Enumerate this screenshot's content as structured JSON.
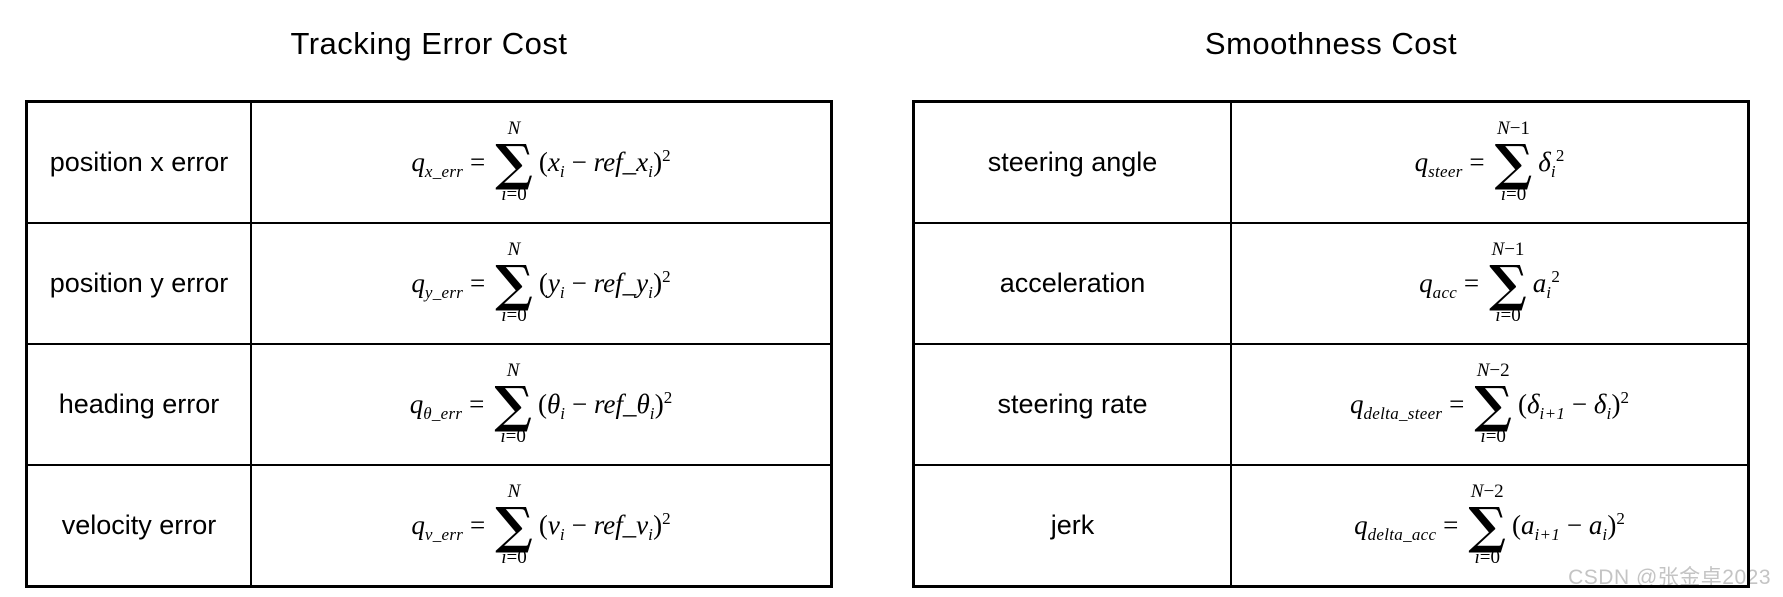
{
  "symbols": {
    "sigma": "∑"
  },
  "watermark": {
    "text": "CSDN @张金卓2023"
  },
  "tables": [
    {
      "title": "Tracking Error Cost",
      "rows": [
        {
          "label": "position x error",
          "formula": {
            "lhs": [
              [
                "v",
                "q"
              ],
              [
                "sub",
                "x_err"
              ],
              [
                "t",
                " ="
              ]
            ],
            "upper": [
              [
                "v",
                "N"
              ]
            ],
            "lower": [
              [
                "v",
                "i"
              ],
              [
                "t",
                "=0"
              ]
            ],
            "expr": [
              [
                "t",
                "("
              ],
              [
                "v",
                "x"
              ],
              [
                "sub",
                "i"
              ],
              [
                "t",
                " − "
              ],
              [
                "v",
                "ref_x"
              ],
              [
                "sub",
                "i"
              ],
              [
                "t",
                ")"
              ],
              [
                "sup",
                "2"
              ]
            ]
          }
        },
        {
          "label": "position y error",
          "formula": {
            "lhs": [
              [
                "v",
                "q"
              ],
              [
                "sub",
                "y_err"
              ],
              [
                "t",
                " ="
              ]
            ],
            "upper": [
              [
                "v",
                "N"
              ]
            ],
            "lower": [
              [
                "v",
                "i"
              ],
              [
                "t",
                "=0"
              ]
            ],
            "expr": [
              [
                "t",
                "("
              ],
              [
                "v",
                "y"
              ],
              [
                "sub",
                "i"
              ],
              [
                "t",
                " − "
              ],
              [
                "v",
                "ref_y"
              ],
              [
                "sub",
                "i"
              ],
              [
                "t",
                ")"
              ],
              [
                "sup",
                "2"
              ]
            ]
          }
        },
        {
          "label": "heading error",
          "formula": {
            "lhs": [
              [
                "v",
                "q"
              ],
              [
                "sub",
                "θ_err"
              ],
              [
                "t",
                " ="
              ]
            ],
            "upper": [
              [
                "v",
                "N"
              ]
            ],
            "lower": [
              [
                "v",
                "i"
              ],
              [
                "t",
                "=0"
              ]
            ],
            "expr": [
              [
                "t",
                "("
              ],
              [
                "v",
                "θ"
              ],
              [
                "sub",
                "i"
              ],
              [
                "t",
                " − "
              ],
              [
                "v",
                "ref_θ"
              ],
              [
                "sub",
                "i"
              ],
              [
                "t",
                ")"
              ],
              [
                "sup",
                "2"
              ]
            ]
          }
        },
        {
          "label": "velocity error",
          "formula": {
            "lhs": [
              [
                "v",
                "q"
              ],
              [
                "sub",
                "v_err"
              ],
              [
                "t",
                " ="
              ]
            ],
            "upper": [
              [
                "v",
                "N"
              ]
            ],
            "lower": [
              [
                "v",
                "i"
              ],
              [
                "t",
                "=0"
              ]
            ],
            "expr": [
              [
                "t",
                "("
              ],
              [
                "v",
                "v"
              ],
              [
                "sub",
                "i"
              ],
              [
                "t",
                " − "
              ],
              [
                "v",
                "ref_v"
              ],
              [
                "sub",
                "i"
              ],
              [
                "t",
                ")"
              ],
              [
                "sup",
                "2"
              ]
            ]
          }
        }
      ]
    },
    {
      "title": "Smoothness Cost",
      "rows": [
        {
          "label": "steering angle",
          "formula": {
            "lhs": [
              [
                "v",
                "q"
              ],
              [
                "sub",
                "steer"
              ],
              [
                "t",
                " ="
              ]
            ],
            "upper": [
              [
                "v",
                "N"
              ],
              [
                "t",
                "−1"
              ]
            ],
            "lower": [
              [
                "v",
                "i"
              ],
              [
                "t",
                "=0"
              ]
            ],
            "expr": [
              [
                "v",
                "δ"
              ],
              [
                "sub",
                "i"
              ],
              [
                "sup",
                "2"
              ]
            ]
          }
        },
        {
          "label": "acceleration",
          "formula": {
            "lhs": [
              [
                "v",
                "q"
              ],
              [
                "sub",
                "acc"
              ],
              [
                "t",
                " ="
              ]
            ],
            "upper": [
              [
                "v",
                "N"
              ],
              [
                "t",
                "−1"
              ]
            ],
            "lower": [
              [
                "v",
                "i"
              ],
              [
                "t",
                "=0"
              ]
            ],
            "expr": [
              [
                "v",
                "a"
              ],
              [
                "sub",
                "i"
              ],
              [
                "sup",
                "2"
              ]
            ]
          }
        },
        {
          "label": "steering rate",
          "formula": {
            "lhs": [
              [
                "v",
                "q"
              ],
              [
                "sub",
                "delta_steer"
              ],
              [
                "t",
                " ="
              ]
            ],
            "upper": [
              [
                "v",
                "N"
              ],
              [
                "t",
                "−2"
              ]
            ],
            "lower": [
              [
                "v",
                "i"
              ],
              [
                "t",
                "=0"
              ]
            ],
            "expr": [
              [
                "t",
                "("
              ],
              [
                "v",
                "δ"
              ],
              [
                "sub",
                "i+1"
              ],
              [
                "t",
                " − "
              ],
              [
                "v",
                "δ"
              ],
              [
                "sub",
                "i"
              ],
              [
                "t",
                ")"
              ],
              [
                "sup",
                "2"
              ]
            ]
          }
        },
        {
          "label": "jerk",
          "formula": {
            "lhs": [
              [
                "v",
                "q"
              ],
              [
                "sub",
                "delta_acc"
              ],
              [
                "t",
                " ="
              ]
            ],
            "upper": [
              [
                "v",
                "N"
              ],
              [
                "t",
                "−2"
              ]
            ],
            "lower": [
              [
                "v",
                "i"
              ],
              [
                "t",
                "=0"
              ]
            ],
            "expr": [
              [
                "t",
                "("
              ],
              [
                "v",
                "a"
              ],
              [
                "sub",
                "i+1"
              ],
              [
                "t",
                " − "
              ],
              [
                "v",
                "a"
              ],
              [
                "sub",
                "i"
              ],
              [
                "t",
                ")"
              ],
              [
                "sup",
                "2"
              ]
            ]
          }
        }
      ]
    }
  ]
}
